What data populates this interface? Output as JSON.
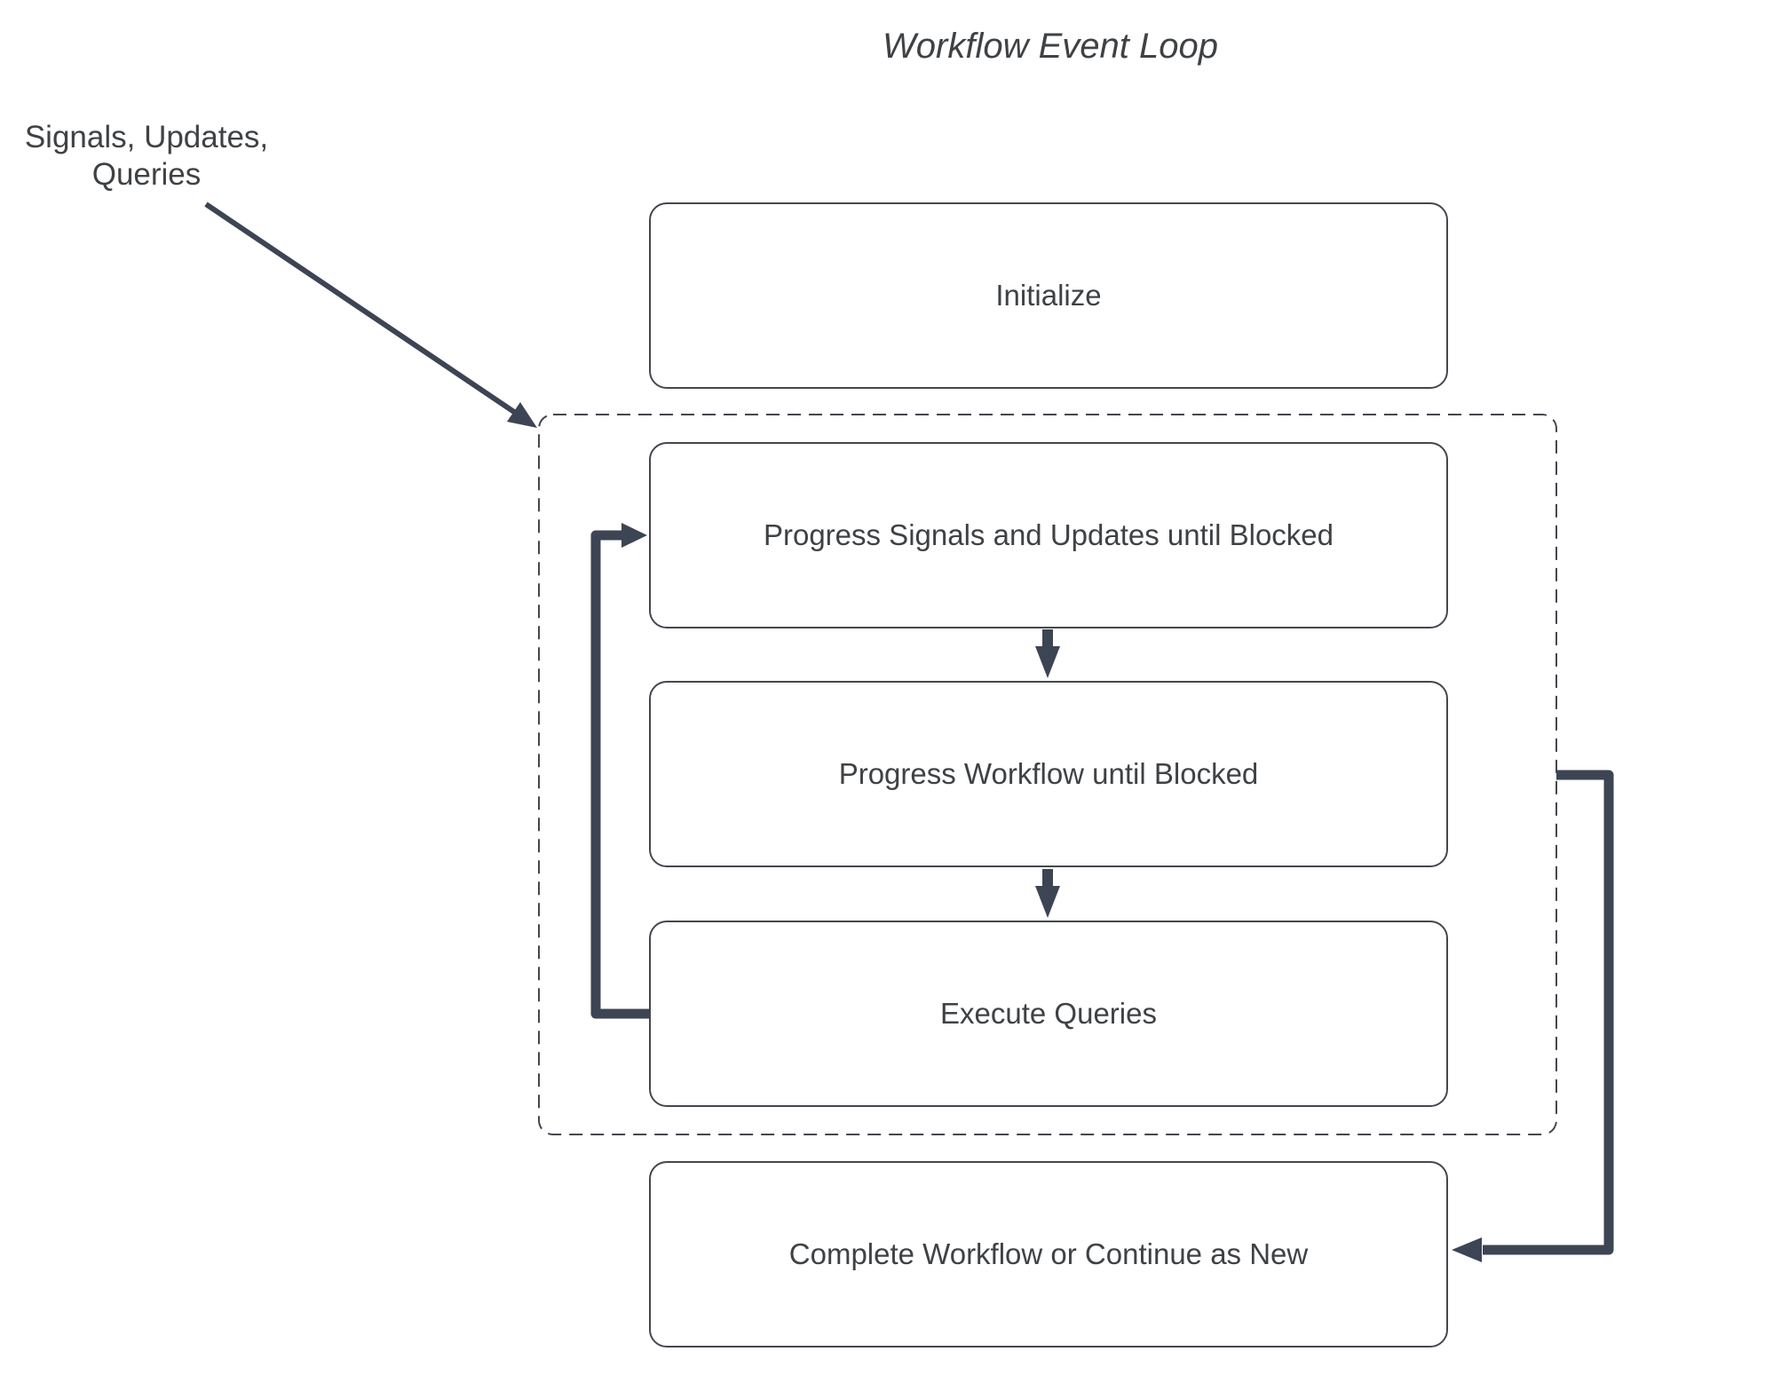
{
  "title": "Workflow Event Loop",
  "annotation": {
    "label": "Signals, Updates,\nQueries"
  },
  "container": {
    "id": "event-loop",
    "style": "dashed-rounded-rect"
  },
  "nodes": [
    {
      "id": "initialize",
      "label": "Initialize"
    },
    {
      "id": "progress-signals",
      "label": "Progress Signals and Updates until Blocked"
    },
    {
      "id": "progress-workflow",
      "label": "Progress Workflow until Blocked"
    },
    {
      "id": "execute-queries",
      "label": "Execute Queries"
    },
    {
      "id": "complete-workflow",
      "label": "Complete Workflow or Continue as New"
    }
  ],
  "edges": [
    {
      "id": "signals-input",
      "from": "annotation",
      "to": "event-loop",
      "style": "thin-diagonal-arrow"
    },
    {
      "id": "signals-to-workflow",
      "from": "progress-signals",
      "to": "progress-workflow",
      "style": "short-down-arrow"
    },
    {
      "id": "workflow-to-queries",
      "from": "progress-workflow",
      "to": "execute-queries",
      "style": "short-down-arrow"
    },
    {
      "id": "queries-loop-back",
      "from": "execute-queries",
      "to": "progress-signals",
      "style": "thick-elbow-left"
    },
    {
      "id": "loop-to-complete",
      "from": "event-loop",
      "to": "complete-workflow",
      "style": "thick-elbow-right"
    }
  ],
  "colors": {
    "background": "#ffffff",
    "line": "#3d4454",
    "border": "#44474e",
    "text": "#3f4245"
  }
}
